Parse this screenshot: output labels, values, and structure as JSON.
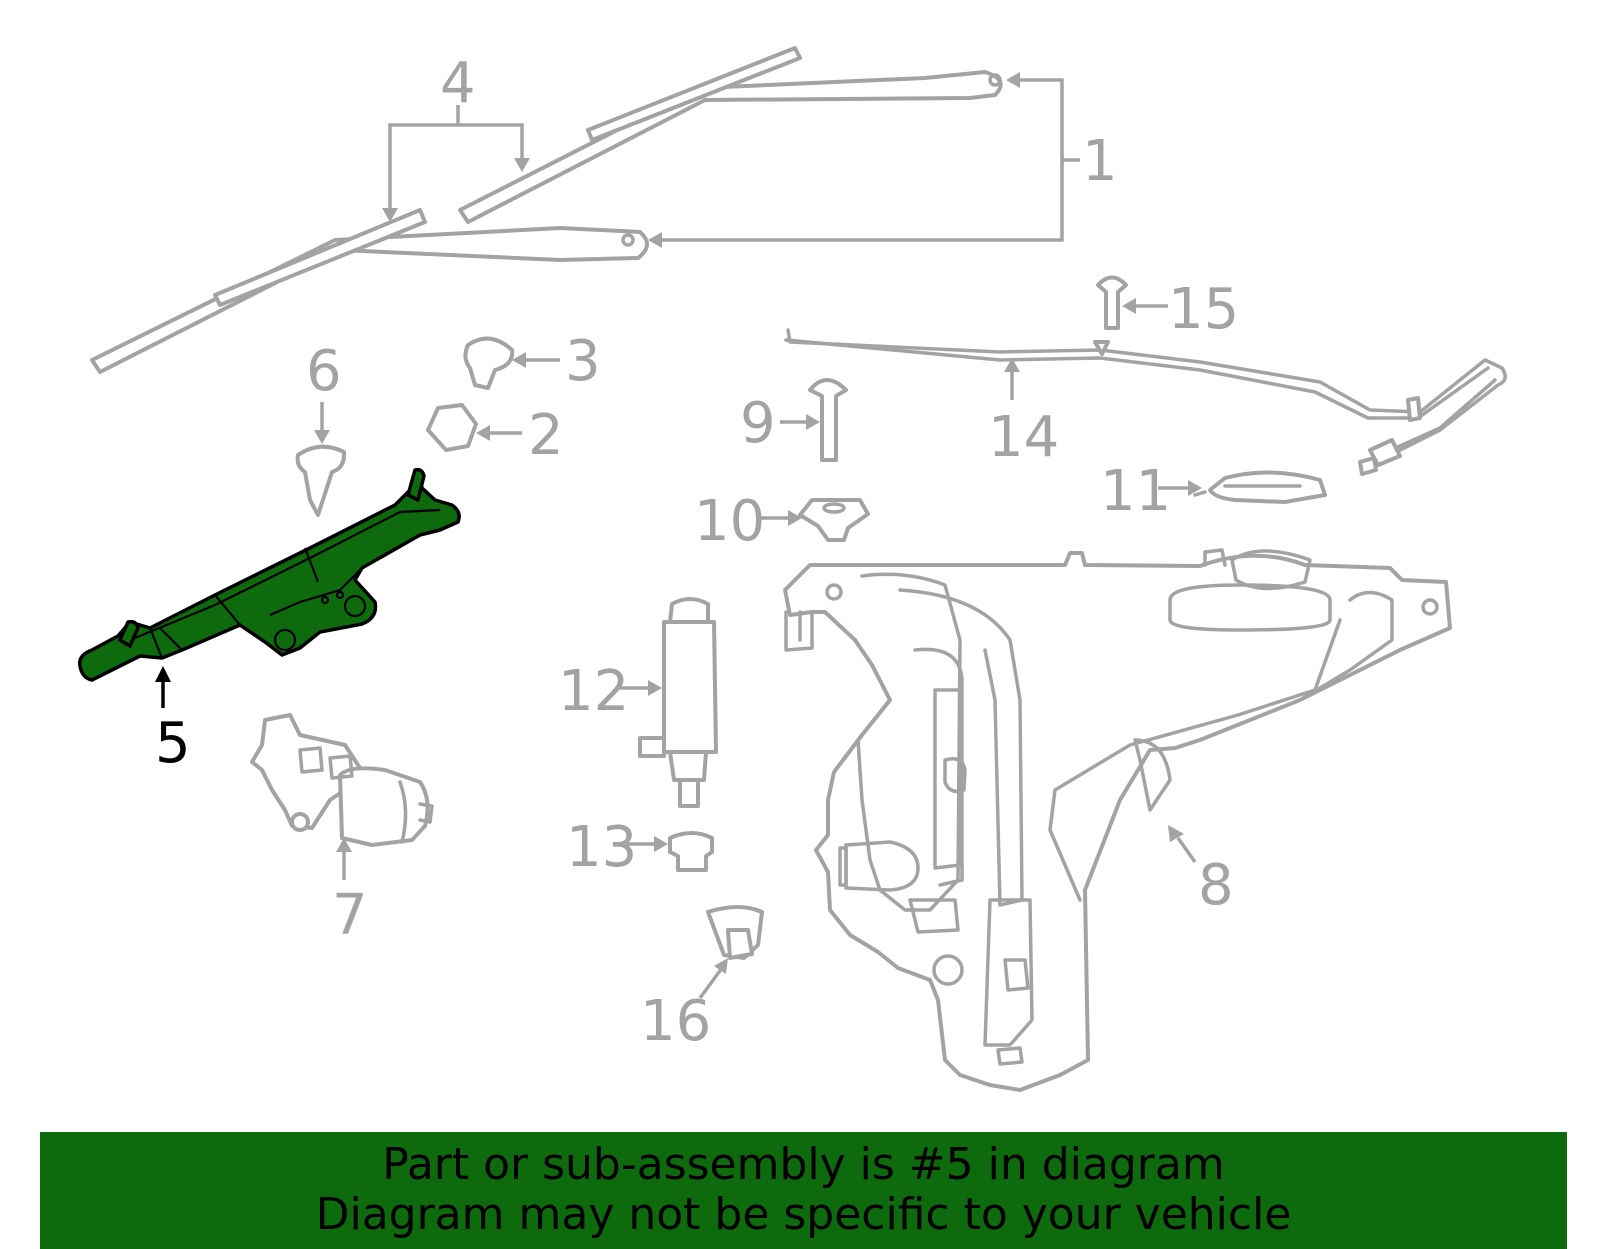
{
  "colors": {
    "part_outline": "#a3a3a3",
    "highlight_fill": "#0d6b0d",
    "highlight_outline": "#000000",
    "banner_bg": "#0d6b0d"
  },
  "callouts": {
    "c1": "1",
    "c2": "2",
    "c3": "3",
    "c4": "4",
    "c5": "5",
    "c6": "6",
    "c7": "7",
    "c8": "8",
    "c9": "9",
    "c10": "10",
    "c11": "11",
    "c12": "12",
    "c13": "13",
    "c14": "14",
    "c15": "15",
    "c16": "16"
  },
  "highlighted_part": "5",
  "banner": {
    "line1": "Part or sub-assembly is #5 in diagram",
    "line2": "Diagram may not be specific to your vehicle"
  }
}
